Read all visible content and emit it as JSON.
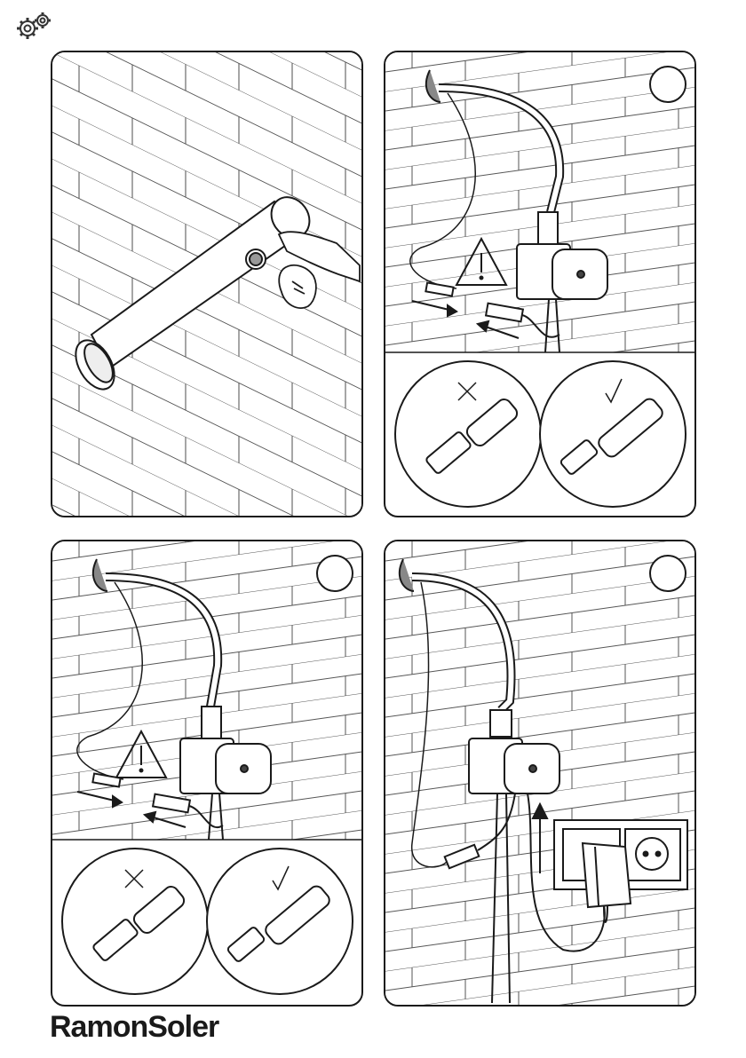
{
  "header": {
    "icon": "gears-icon"
  },
  "panels": [
    {
      "id": "panel-1",
      "content": "faucet-spout-pressing-button"
    },
    {
      "id": "panel-2",
      "content": "connect-sensor-cable",
      "step_marker": "",
      "warning_icon": "warning-triangle-icon",
      "wrong_icon": "cross-icon",
      "right_icon": "check-icon"
    },
    {
      "id": "panel-3",
      "content": "connect-sensor-cable",
      "step_marker": "",
      "warning_icon": "warning-triangle-icon",
      "wrong_icon": "cross-icon",
      "right_icon": "check-icon"
    },
    {
      "id": "panel-4",
      "content": "connect-power-adapter",
      "step_marker": "",
      "arrow_icon": "arrow-up-icon"
    }
  ],
  "footer": {
    "brand": "RamonSoler"
  },
  "colors": {
    "line": "#1a1a1a",
    "fill": "#ffffff",
    "shade": "#d9d9d9"
  }
}
